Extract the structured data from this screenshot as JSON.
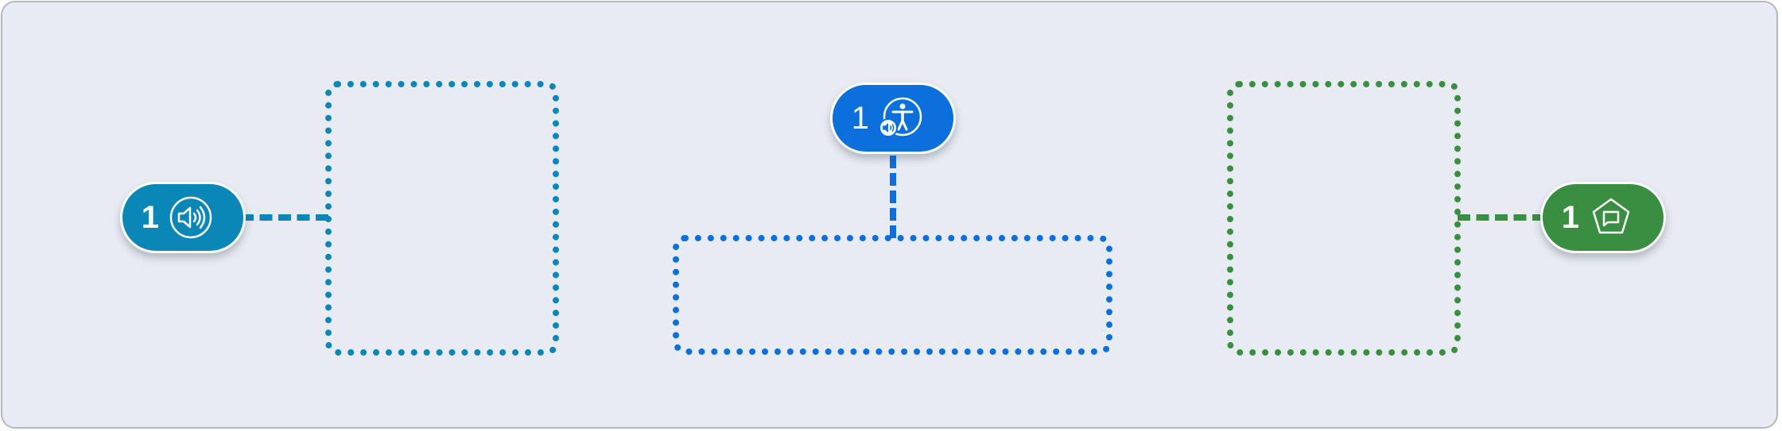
{
  "badges": {
    "left": {
      "count": "1",
      "icon": "speaker-icon",
      "color": "#0a86b7"
    },
    "center": {
      "count": "1",
      "icon": "accessibility-icon",
      "secondary_icon": "speaker-icon",
      "color": "#0b6fdc"
    },
    "right": {
      "count": "1",
      "icon": "pentagon-comment-icon",
      "color": "#3a8e42"
    }
  },
  "colors": {
    "background": "#e8ebf2",
    "frame_border": "#b3b9c2",
    "teal": "#0a86b7",
    "blue": "#0b6fdc",
    "green": "#3a8e42"
  }
}
